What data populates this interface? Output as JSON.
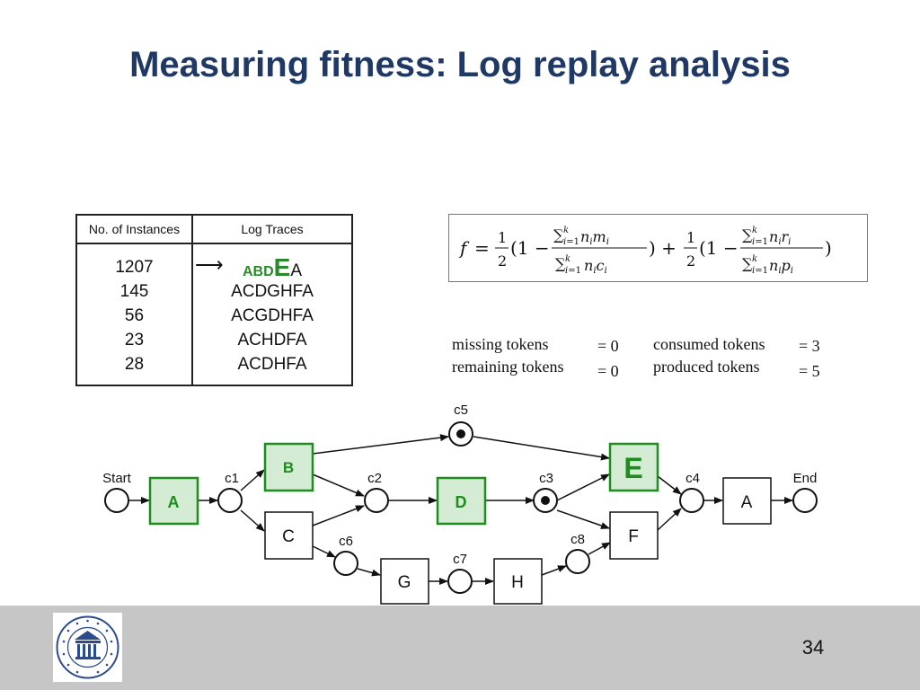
{
  "title": "Measuring fitness: Log replay analysis",
  "log_table": {
    "header_instances": "No. of Instances",
    "header_traces": "Log Traces",
    "instances": [
      "1207",
      "145",
      "56",
      "23",
      "28"
    ],
    "first_trace": {
      "prefix": "ABD",
      "highlight": "E",
      "suffix": "A"
    },
    "traces": [
      "ACDGHFA",
      "ACGDHFA",
      "ACHDFA",
      "ACDHFA"
    ]
  },
  "tokens": {
    "missing_label": "missing tokens",
    "missing_value": "= 0",
    "remaining_label": "remaining tokens",
    "remaining_value": "= 0",
    "consumed_label": "consumed tokens",
    "consumed_value": "= 3",
    "produced_label": "produced tokens",
    "produced_value": "= 5"
  },
  "net": {
    "places": {
      "start": "Start",
      "end": "End",
      "c1": "c1",
      "c2": "c2",
      "c3": "c3",
      "c4": "c4",
      "c5": "c5",
      "c6": "c6",
      "c7": "c7",
      "c8": "c8"
    },
    "transitions": {
      "A_start": "A",
      "B": "B",
      "C": "C",
      "D": "D",
      "E": "E",
      "F": "F",
      "G": "G",
      "H": "H",
      "A_end": "A"
    },
    "colors": {
      "highlight_border": "#1e8c1e",
      "highlight_fill": "#d4ecd4",
      "highlight_text": "#1e8c1e"
    }
  },
  "page_number": "34"
}
